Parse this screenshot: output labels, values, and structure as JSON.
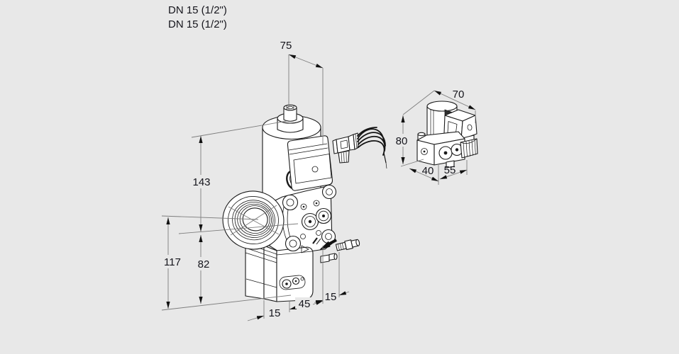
{
  "labels": {
    "dn_line1": "DN 15 (1/2\")",
    "dn_line2": "DN 15 (1/2\")"
  },
  "dimensions_mm": {
    "main_view": {
      "stem_width": "75",
      "height_above_center": "143",
      "height_below_center_total": "117",
      "body_height_below_center": "82",
      "left_offset": "15",
      "body_width": "45",
      "tap_offset": "15"
    },
    "side_view": {
      "overall_width": "70",
      "overall_height": "80",
      "depth": "40",
      "front_width": "55"
    }
  },
  "colors": {
    "background": "#e8e8e8",
    "object_line": "#1a1a1a",
    "dimension_line": "#7d7d7d",
    "text": "#15151c"
  }
}
